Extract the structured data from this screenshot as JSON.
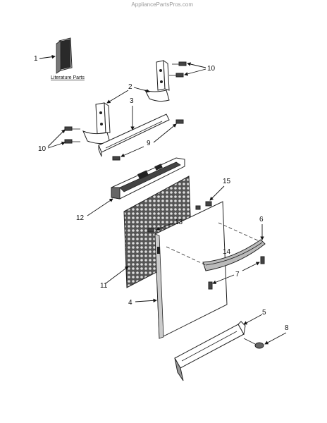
{
  "watermark": "AppliancePartsPros.com",
  "literature_label": "Literature Parts",
  "callouts": {
    "c1": "1",
    "c2": "2",
    "c3": "3",
    "c4": "4",
    "c5": "5",
    "c6": "6",
    "c7": "7",
    "c8": "8",
    "c9": "9",
    "c10a": "10",
    "c10b": "10",
    "c11": "11",
    "c12": "12",
    "c13": "13",
    "c14": "14",
    "c15": "15"
  }
}
